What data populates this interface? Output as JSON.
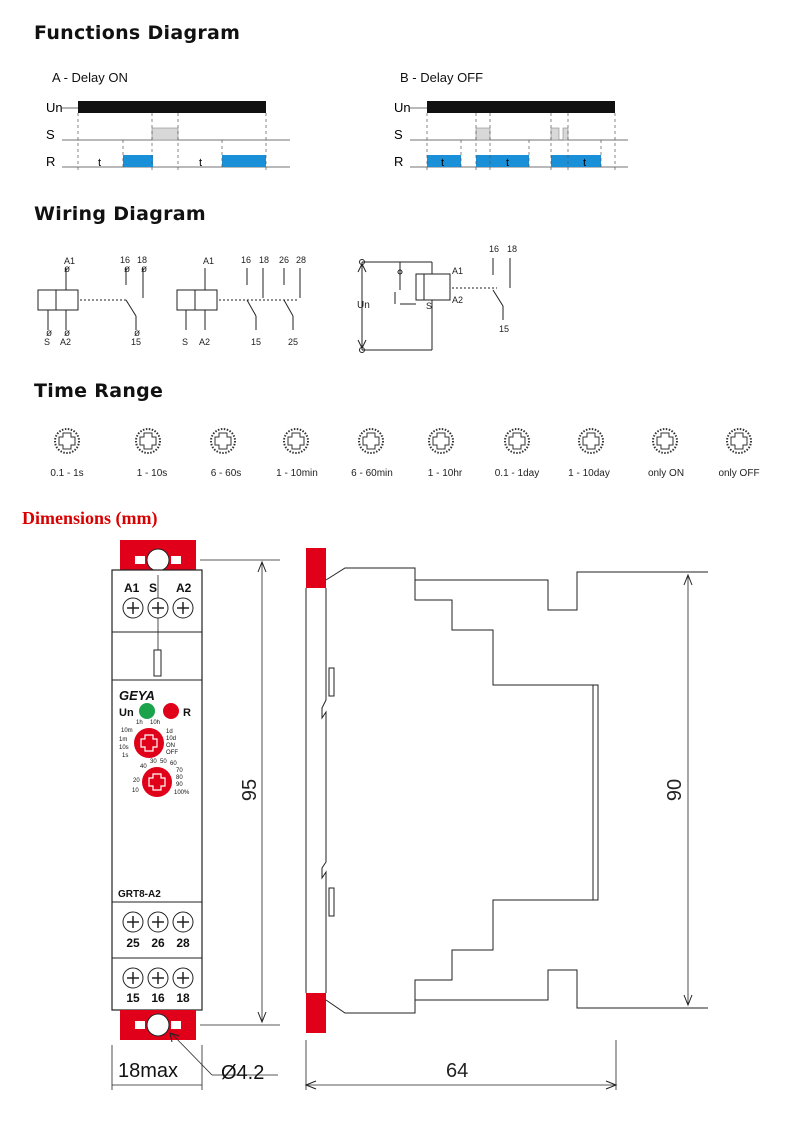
{
  "sections": {
    "functions_title": "Functions Diagram",
    "wiring_title": "Wiring Diagram",
    "time_title": "Time Range",
    "dimensions_title": "Dimensions (mm)"
  },
  "functions": {
    "a_title": "A - Delay ON",
    "b_title": "B - Delay OFF",
    "rows": [
      "Un",
      "S",
      "R"
    ],
    "t_label": "t"
  },
  "wiring": {
    "w1": {
      "top": [
        "A1",
        "16",
        "18"
      ],
      "bottom": [
        "S",
        "A2",
        "15"
      ]
    },
    "w2": {
      "top": [
        "A1",
        "16",
        "18",
        "26",
        "28"
      ],
      "bottom": [
        "S",
        "A2",
        "15",
        "25"
      ]
    },
    "w3": {
      "labels": [
        "Un",
        "A1",
        "S",
        "A2",
        "16",
        "18",
        "15"
      ]
    },
    "phi": "ø"
  },
  "time_range": {
    "items": [
      "0.1 - 1s",
      "1 - 10s",
      "6 - 60s",
      "1 - 10min",
      "6 - 60min",
      "1 - 10hr",
      "0.1 - 1day",
      "1 - 10day",
      "only ON",
      "only OFF"
    ],
    "dial_labels": [
      "1h",
      "10h",
      "1d",
      "10d",
      "ON",
      "OFF",
      "1s",
      "10s",
      "1m",
      "10m"
    ]
  },
  "device": {
    "brand": "GEYA",
    "top_terminals": [
      "A1",
      "S",
      "A2"
    ],
    "led_un": "Un",
    "led_r": "R",
    "knob1_labels": [
      "1h",
      "10h",
      "1d",
      "10d",
      "ON",
      "OFF",
      "1s",
      "10s",
      "1m",
      "10m"
    ],
    "knob2_labels": [
      "30",
      "50",
      "60",
      "70",
      "80",
      "90",
      "100%",
      "10",
      "20",
      "40"
    ],
    "model": "GRT8-A2",
    "mid_terminals": [
      "25",
      "26",
      "28"
    ],
    "bot_terminals": [
      "15",
      "16",
      "18"
    ]
  },
  "dimensions": {
    "height_total": "95",
    "height_body": "90",
    "width": "18max",
    "depth": "64",
    "hole": "Ø4.2"
  },
  "colors": {
    "blue": "#1a90d8",
    "red": "#e0001a",
    "green": "#1aa34a",
    "grey": "#d8d8d8"
  }
}
